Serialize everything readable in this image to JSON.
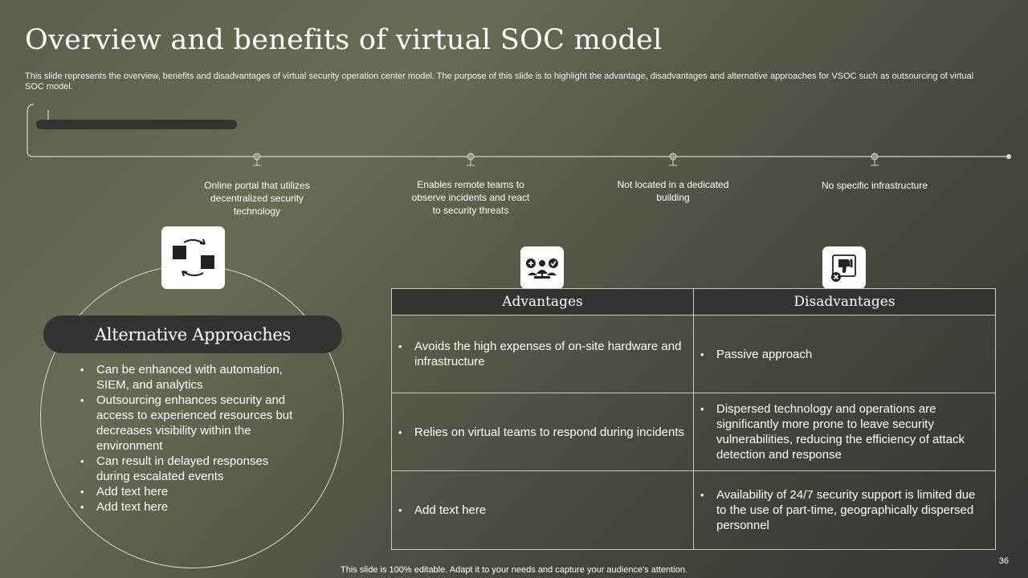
{
  "title": "Overview and benefits of virtual SOC model",
  "subtitle": "This slide represents the overview, benefits and disadvantages of virtual security operation center model. The purpose of this slide is to highlight the advantage, disadvantages and alternative approaches for VSOC such as outsourcing of virtual SOC model.",
  "timeline": {
    "items": [
      {
        "label": "Online portal that utilizes decentralized security technology"
      },
      {
        "label": "Enables remote teams to observe incidents and react to security threats"
      },
      {
        "label": "Not located in a dedicated building"
      },
      {
        "label": "No specific infrastructure"
      }
    ]
  },
  "alternative": {
    "heading": "Alternative Approaches",
    "icon": "swap-arrows-icon",
    "items": [
      "Can be enhanced with automation, SIEM, and analytics",
      "Outsourcing enhances security and access to experienced resources but decreases visibility within the environment",
      "Can result in delayed responses during escalated events",
      "Add text here",
      "Add text here"
    ]
  },
  "table": {
    "advantages_icon": "team-plus-check-icon",
    "disadvantages_icon": "thumbs-down-icon",
    "headers": [
      "Advantages",
      "Disadvantages"
    ],
    "rows": [
      [
        "Avoids the high expenses of on-site hardware and infrastructure",
        "Passive approach"
      ],
      [
        "Relies on virtual teams to respond during incidents",
        "Dispersed technology and operations are significantly more prone to leave security vulnerabilities, reducing the efficiency of attack detection and response"
      ],
      [
        "Add text here",
        "Availability of 24/7 security support is limited due to the use of part-time, geographically dispersed personnel"
      ]
    ]
  },
  "footer": "This slide is 100% editable. Adapt it to your needs and capture your audience's attention.",
  "page_number": "36"
}
